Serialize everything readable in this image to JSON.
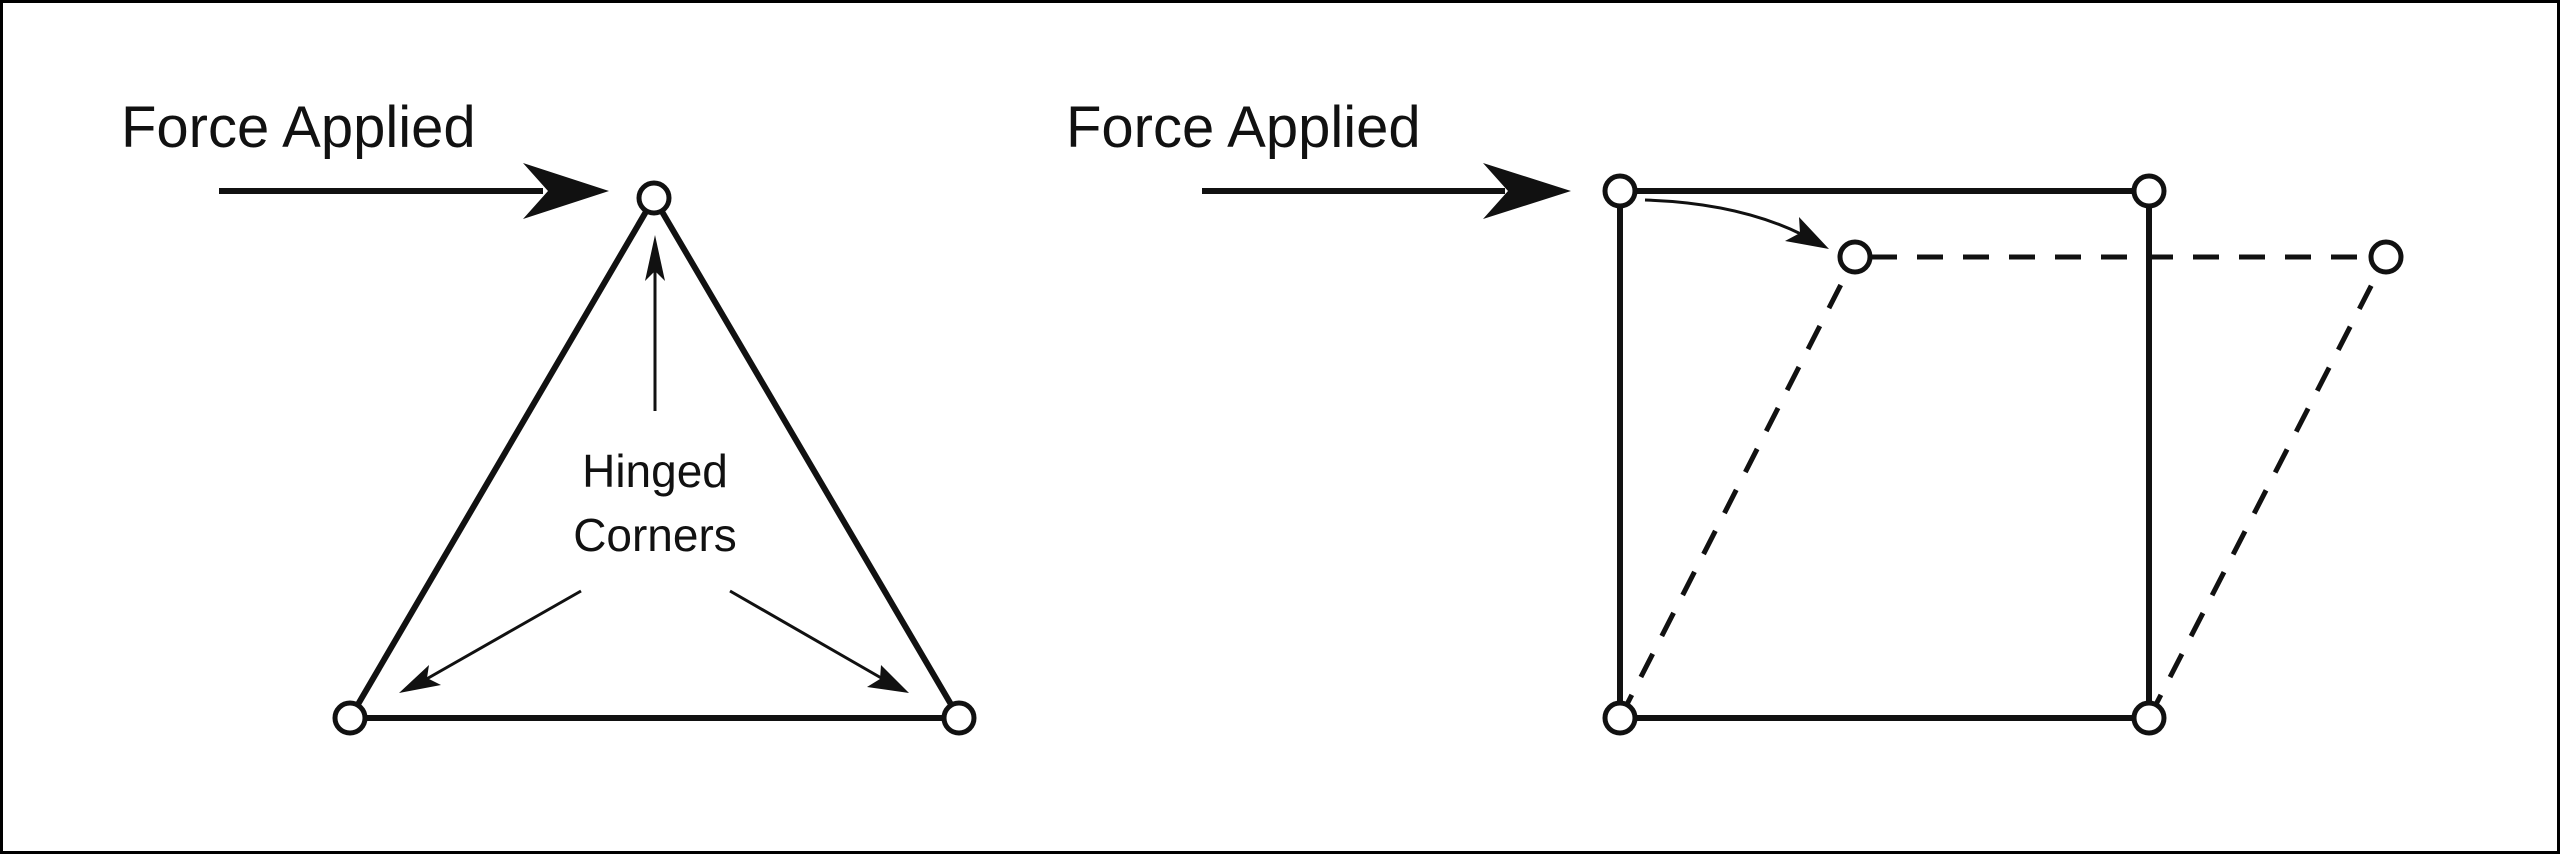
{
  "left_diagram": {
    "force_label": "Force Applied",
    "hinge_label_line1": "Hinged",
    "hinge_label_line2": "Corners"
  },
  "right_diagram": {
    "force_label": "Force Applied"
  },
  "colors": {
    "stroke": "#111111",
    "background": "#ffffff"
  }
}
